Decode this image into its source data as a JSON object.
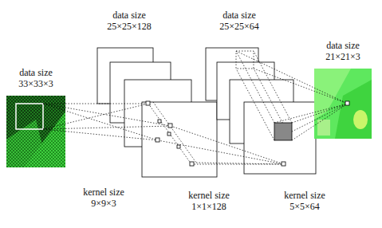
{
  "diagram": {
    "labels": [
      "data size 25×25×128",
      "data size 25×25×64",
      "data size 33×33×3",
      "data size 21×21×3",
      "kernel size 9×9×3",
      "kernel size 1×1×128",
      "kernel size 5×5×64"
    ]
  }
}
